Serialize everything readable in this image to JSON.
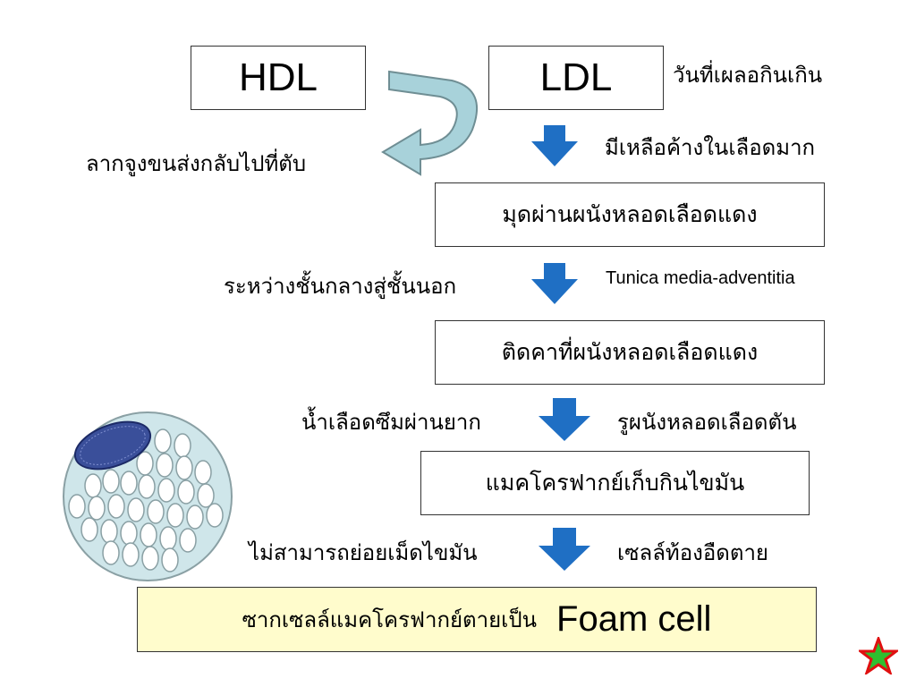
{
  "hdl": "HDL",
  "ldl": "LDL",
  "ldl_note": "วันที่เผลอกินเกิน",
  "hdl_note": "ลากจูงขนส่งกลับไปที่ตับ",
  "step1_note": "มีเหลือค้างในเลือดมาก",
  "step2_box": "มุดผ่านผนังหลอดเลือดแดง",
  "step2_left_note": "ระหว่างชั้นกลางสู่ชั้นนอก",
  "step2_right_note": "Tunica media-adventitia",
  "step3_box": "ติดคาที่ผนังหลอดเลือดแดง",
  "step3_left_note": "น้ำเลือดซึมผ่านยาก",
  "step3_right_note": "รูผนังหลอดเลือดตัน",
  "step4_box": "แมคโครฟากย์เก็บกินไขมัน",
  "step4_left_note": "ไม่สามารถย่อยเม็ดไขมัน",
  "step4_right_note": "เซลล์ท้องอืดตาย",
  "final_text": "ซากเซลล์แมคโครฟากย์ตายเป็น",
  "final_term": "Foam cell",
  "colors": {
    "arrow_blue": "#1f6fc4",
    "final_bg": "#fffccc",
    "curved_arrow": "#a8d2da",
    "circle_fill": "#cfe6ea",
    "nucleus": "#3a4f9a"
  },
  "icons": {
    "corner": "star-icon"
  }
}
